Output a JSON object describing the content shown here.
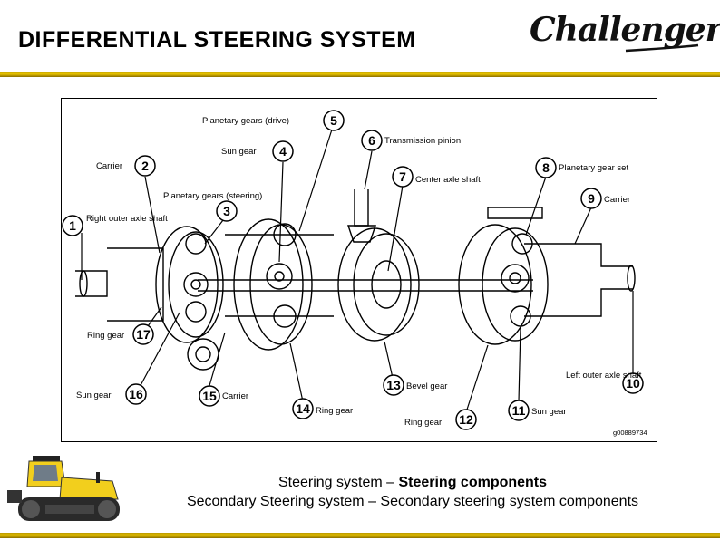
{
  "header": {
    "title": "DIFFERENTIAL STEERING SYSTEM",
    "logo_text": "Challenger"
  },
  "diagram": {
    "figure_code": "g00889734",
    "callouts": [
      {
        "num": "1",
        "label": "Right outer axle shaft"
      },
      {
        "num": "2",
        "label": "Carrier"
      },
      {
        "num": "3",
        "label": "Planetary gears (steering)"
      },
      {
        "num": "4",
        "label": "Sun gear"
      },
      {
        "num": "5",
        "label": "Planetary gears (drive)"
      },
      {
        "num": "6",
        "label": "Transmission pinion"
      },
      {
        "num": "7",
        "label": "Center axle shaft"
      },
      {
        "num": "8",
        "label": "Planetary gear set"
      },
      {
        "num": "9",
        "label": "Carrier"
      },
      {
        "num": "10",
        "label": "Left outer axle shaft"
      },
      {
        "num": "11",
        "label": "Sun gear"
      },
      {
        "num": "12",
        "label": "Ring gear"
      },
      {
        "num": "13",
        "label": "Bevel gear"
      },
      {
        "num": "14",
        "label": "Ring gear"
      },
      {
        "num": "15",
        "label": "Carrier"
      },
      {
        "num": "16",
        "label": "Sun gear"
      },
      {
        "num": "17",
        "label": "Ring gear"
      }
    ]
  },
  "captions": {
    "line1_plain": "Steering system – ",
    "line1_bold": "Steering components",
    "line2": "Secondary Steering system – Secondary steering system components"
  },
  "colors": {
    "accent_bar": "#d9b400",
    "tractor_yellow": "#f2cf1d"
  }
}
